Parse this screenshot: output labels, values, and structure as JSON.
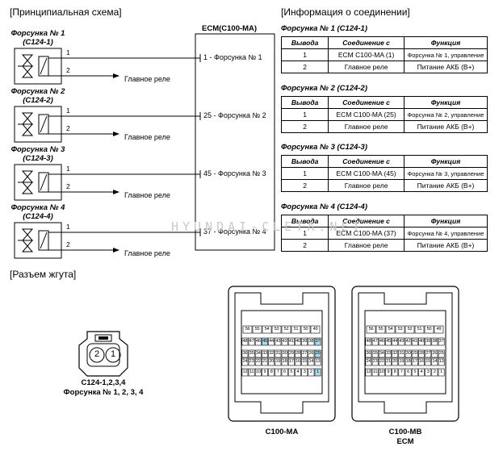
{
  "schematic": {
    "section_title": "[Принципиальная схема]",
    "ecm_title": "ECM(C100-MA)",
    "injectors": [
      {
        "name": "Форсунка № 1",
        "code": "(C124-1)",
        "pin1": "1",
        "pin2": "2",
        "relay": "Главное реле",
        "ecm_pin": "1 - Форсунка № 1"
      },
      {
        "name": "Форсунка № 2",
        "code": "(C124-2)",
        "pin1": "1",
        "pin2": "2",
        "relay": "Главное реле",
        "ecm_pin": "25 - Форсунка № 2"
      },
      {
        "name": "Форсунка № 3",
        "code": "(C124-3)",
        "pin1": "1",
        "pin2": "2",
        "relay": "Главное реле",
        "ecm_pin": "45 - Форсунка № 3"
      },
      {
        "name": "Форсунка № 4",
        "code": "(C124-4)",
        "pin1": "1",
        "pin2": "2",
        "relay": "Главное реле",
        "ecm_pin": "37 - Форсунка № 4"
      }
    ]
  },
  "connection": {
    "section_title": "[Информация о соединении]",
    "headers": [
      "Вывода",
      "Соединение с",
      "Функция"
    ],
    "tables": [
      {
        "title": "Форсунка № 1 (C124-1)",
        "rows": [
          [
            "1",
            "ECM C100-MA (1)",
            "Форсунка № 1, управление"
          ],
          [
            "2",
            "Главное реле",
            "Питание АКБ (B+)"
          ]
        ]
      },
      {
        "title": "Форсунка № 2 (C124-2)",
        "rows": [
          [
            "1",
            "ECM C100-MA (25)",
            "Форсунка № 2, управление"
          ],
          [
            "2",
            "Главное реле",
            "Питание АКБ (B+)"
          ]
        ]
      },
      {
        "title": "Форсунка № 3 (C124-3)",
        "rows": [
          [
            "1",
            "ECM C100-MA (45)",
            "Форсунка № 3, управление"
          ],
          [
            "2",
            "Главное реле",
            "Питание АКБ (B+)"
          ]
        ]
      },
      {
        "title": "Форсунка № 4 (C124-4)",
        "rows": [
          [
            "1",
            "ECM C100-MA (37)",
            "Форсунка № 4, управление"
          ],
          [
            "2",
            "Главное реле",
            "Питание АКБ (B+)"
          ]
        ]
      }
    ]
  },
  "watermark": "HYUNDAI-CLETA.NET",
  "harness": {
    "section_title": "[Разъем жгута]",
    "injector_connector": {
      "pins": [
        "2",
        "1"
      ],
      "caption_line1": "C124-1,2,3,4",
      "caption_line2": "Форсунка № 1, 2, 3, 4"
    },
    "ecm_connectors": [
      {
        "caption_line1": "C100-MA",
        "caption_line2": "",
        "highlighted": [
          "1",
          "25",
          "37",
          "45"
        ],
        "highlight_color": "#a8dcec"
      },
      {
        "caption_line1": "C100-MB",
        "caption_line2": "ECM",
        "highlighted": [],
        "highlight_color": "#a8dcec"
      }
    ],
    "pin_rows": [
      [
        "56",
        "55",
        "54",
        "53",
        "52",
        "51",
        "50",
        "49"
      ],
      [
        "48",
        "47",
        "46",
        "45",
        "44",
        "43",
        "42",
        "41",
        "40",
        "39",
        "38",
        "37"
      ],
      [
        "36",
        "35",
        "34",
        "33",
        "32",
        "31",
        "30",
        "29",
        "28",
        "27",
        "26",
        "25"
      ],
      [
        "24",
        "23",
        "22",
        "21",
        "20",
        "19",
        "18",
        "17",
        "16",
        "15",
        "14",
        "13"
      ],
      [
        "12",
        "11",
        "10",
        "9",
        "8",
        "7",
        "6",
        "5",
        "4",
        "3",
        "2",
        "1"
      ]
    ]
  }
}
